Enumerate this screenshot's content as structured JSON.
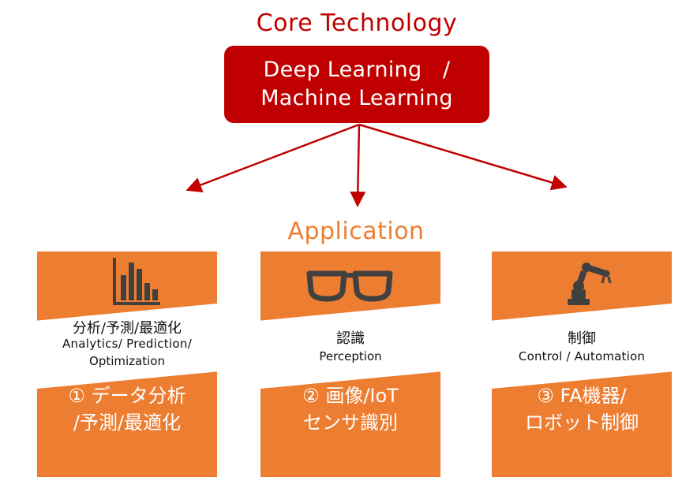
{
  "core": {
    "title": "Core Technology",
    "box_line1": "Deep Learning   /",
    "box_line2": "Machine Learning"
  },
  "application": {
    "title": "Application"
  },
  "cards": [
    {
      "icon": "bar-chart-icon",
      "label_jp": "分析/予測/最適化",
      "label_en1": "Analytics/ Prediction/",
      "label_en2": "Optimization",
      "main_line1": "① データ分析",
      "main_line2": "/予測/最適化"
    },
    {
      "icon": "glasses-icon",
      "label_jp": "認識",
      "label_en1": "Perception",
      "main_line1": "② 画像/IoT",
      "main_line2": "センサ識別"
    },
    {
      "icon": "robot-arm-icon",
      "label_jp": "制御",
      "label_en1": "Control / Automation",
      "main_line1": "③ FA機器/",
      "main_line2": "ロボット制御"
    }
  ],
  "colors": {
    "core_red": "#c00000",
    "accent_orange": "#ed7d31",
    "icon_gray": "#404040"
  }
}
